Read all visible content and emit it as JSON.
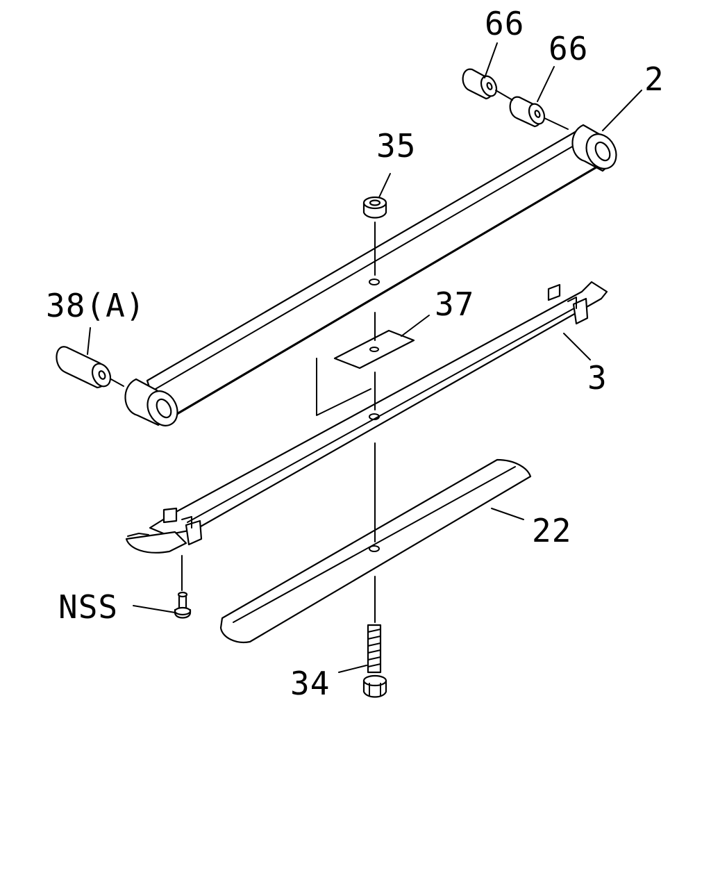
{
  "diagram": {
    "callouts": {
      "c66a": "66",
      "c66b": "66",
      "c2": "2",
      "c35": "35",
      "c38a": "38(A)",
      "c37": "37",
      "c3": "3",
      "c22": "22",
      "cnss": "NSS",
      "c34": "34"
    }
  }
}
